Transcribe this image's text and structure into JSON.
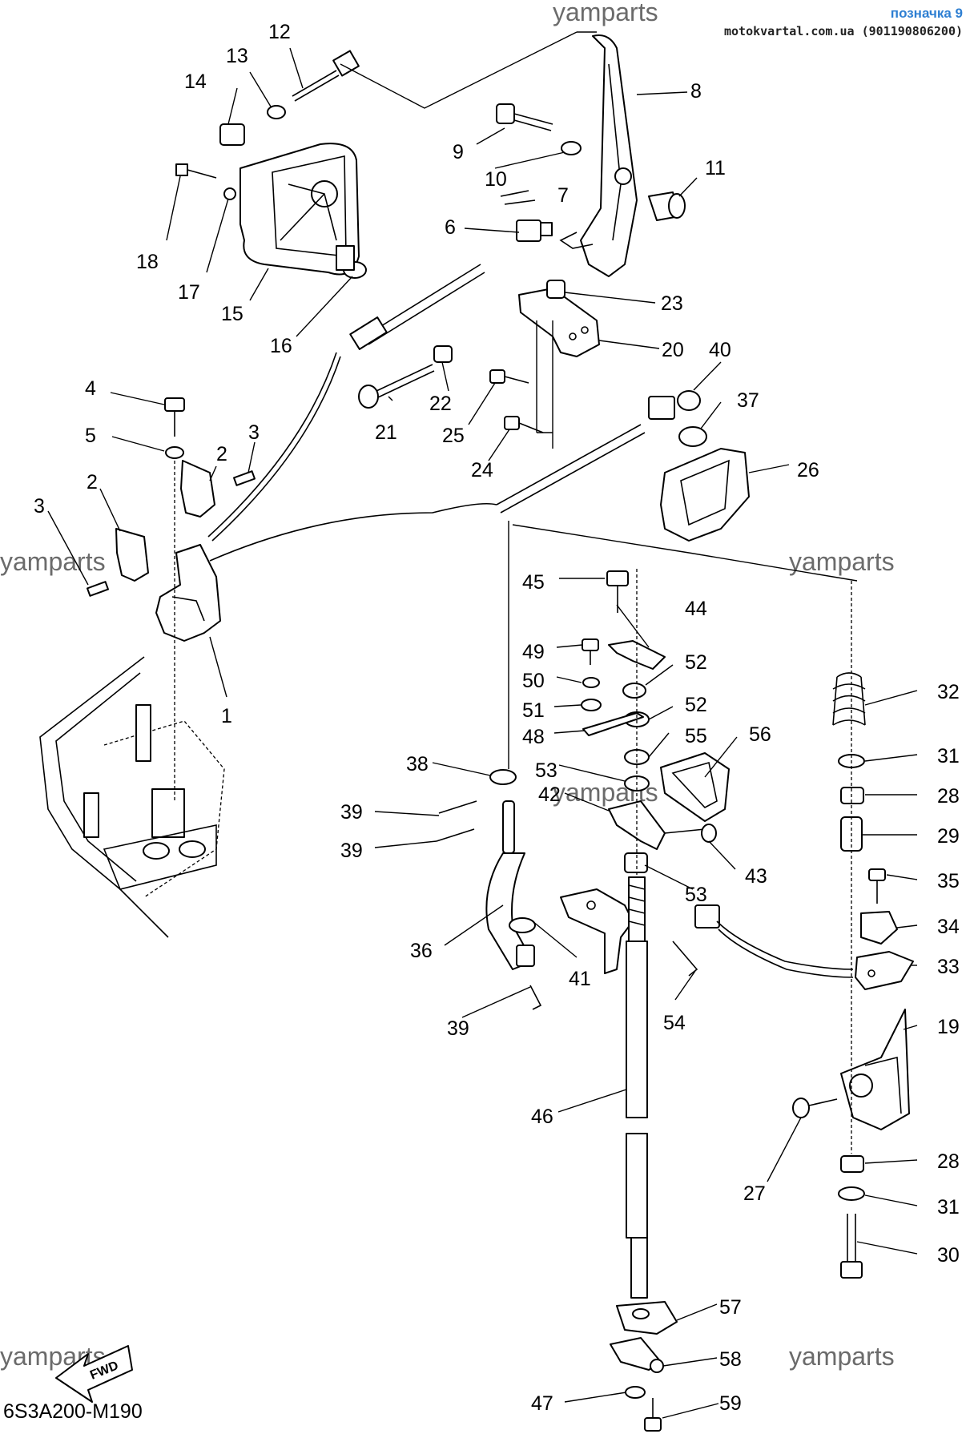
{
  "header": {
    "tag": "позначка 9",
    "site": "motokvartal.com.ua (901190806200)"
  },
  "watermark": "yamparts",
  "drawing_code": "6S3A200-M190",
  "fwd_label": "FWD",
  "callouts": [
    "1",
    "2",
    "2",
    "3",
    "3",
    "4",
    "5",
    "6",
    "7",
    "8",
    "9",
    "10",
    "11",
    "12",
    "13",
    "14",
    "15",
    "16",
    "17",
    "18",
    "19",
    "20",
    "21",
    "22",
    "23",
    "24",
    "25",
    "26",
    "27",
    "28",
    "28",
    "29",
    "30",
    "31",
    "31",
    "32",
    "33",
    "34",
    "35",
    "36",
    "37",
    "38",
    "39",
    "39",
    "39",
    "40",
    "41",
    "42",
    "43",
    "44",
    "45",
    "46",
    "47",
    "48",
    "49",
    "50",
    "51",
    "52",
    "52",
    "53",
    "53",
    "54",
    "55",
    "56",
    "57",
    "58",
    "59"
  ]
}
